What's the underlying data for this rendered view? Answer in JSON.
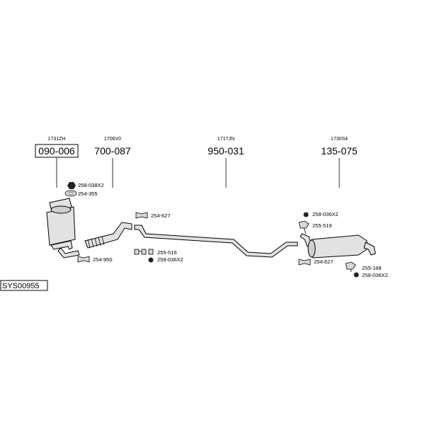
{
  "system_code": "SYS00955",
  "assemblies": [
    {
      "ref": "1731ZH",
      "part": "090-006",
      "boxed": true
    },
    {
      "ref": "1706V0",
      "part": "700-087",
      "boxed": false
    },
    {
      "ref": "1717JN",
      "part": "950-031",
      "boxed": false
    },
    {
      "ref": "1730S4",
      "part": "135-075",
      "boxed": false
    }
  ],
  "small_parts": [
    {
      "label": "258-038X2",
      "icon": "nut-icon"
    },
    {
      "label": "254-355",
      "icon": "gasket-icon"
    },
    {
      "label": "254-950",
      "icon": "clamp-icon"
    },
    {
      "label": "254-627",
      "icon": "clamp-icon"
    },
    {
      "label": "255-516",
      "icon": "hanger-icon"
    },
    {
      "label": "258-036X2",
      "icon": "nut-icon"
    },
    {
      "label": "258-036X2",
      "icon": "nut-icon"
    },
    {
      "label": "255-519",
      "icon": "hanger-icon"
    },
    {
      "label": "254-627",
      "icon": "clamp-icon"
    },
    {
      "label": "255-188",
      "icon": "hanger-icon"
    },
    {
      "label": "258-036X2",
      "icon": "nut-icon"
    }
  ]
}
